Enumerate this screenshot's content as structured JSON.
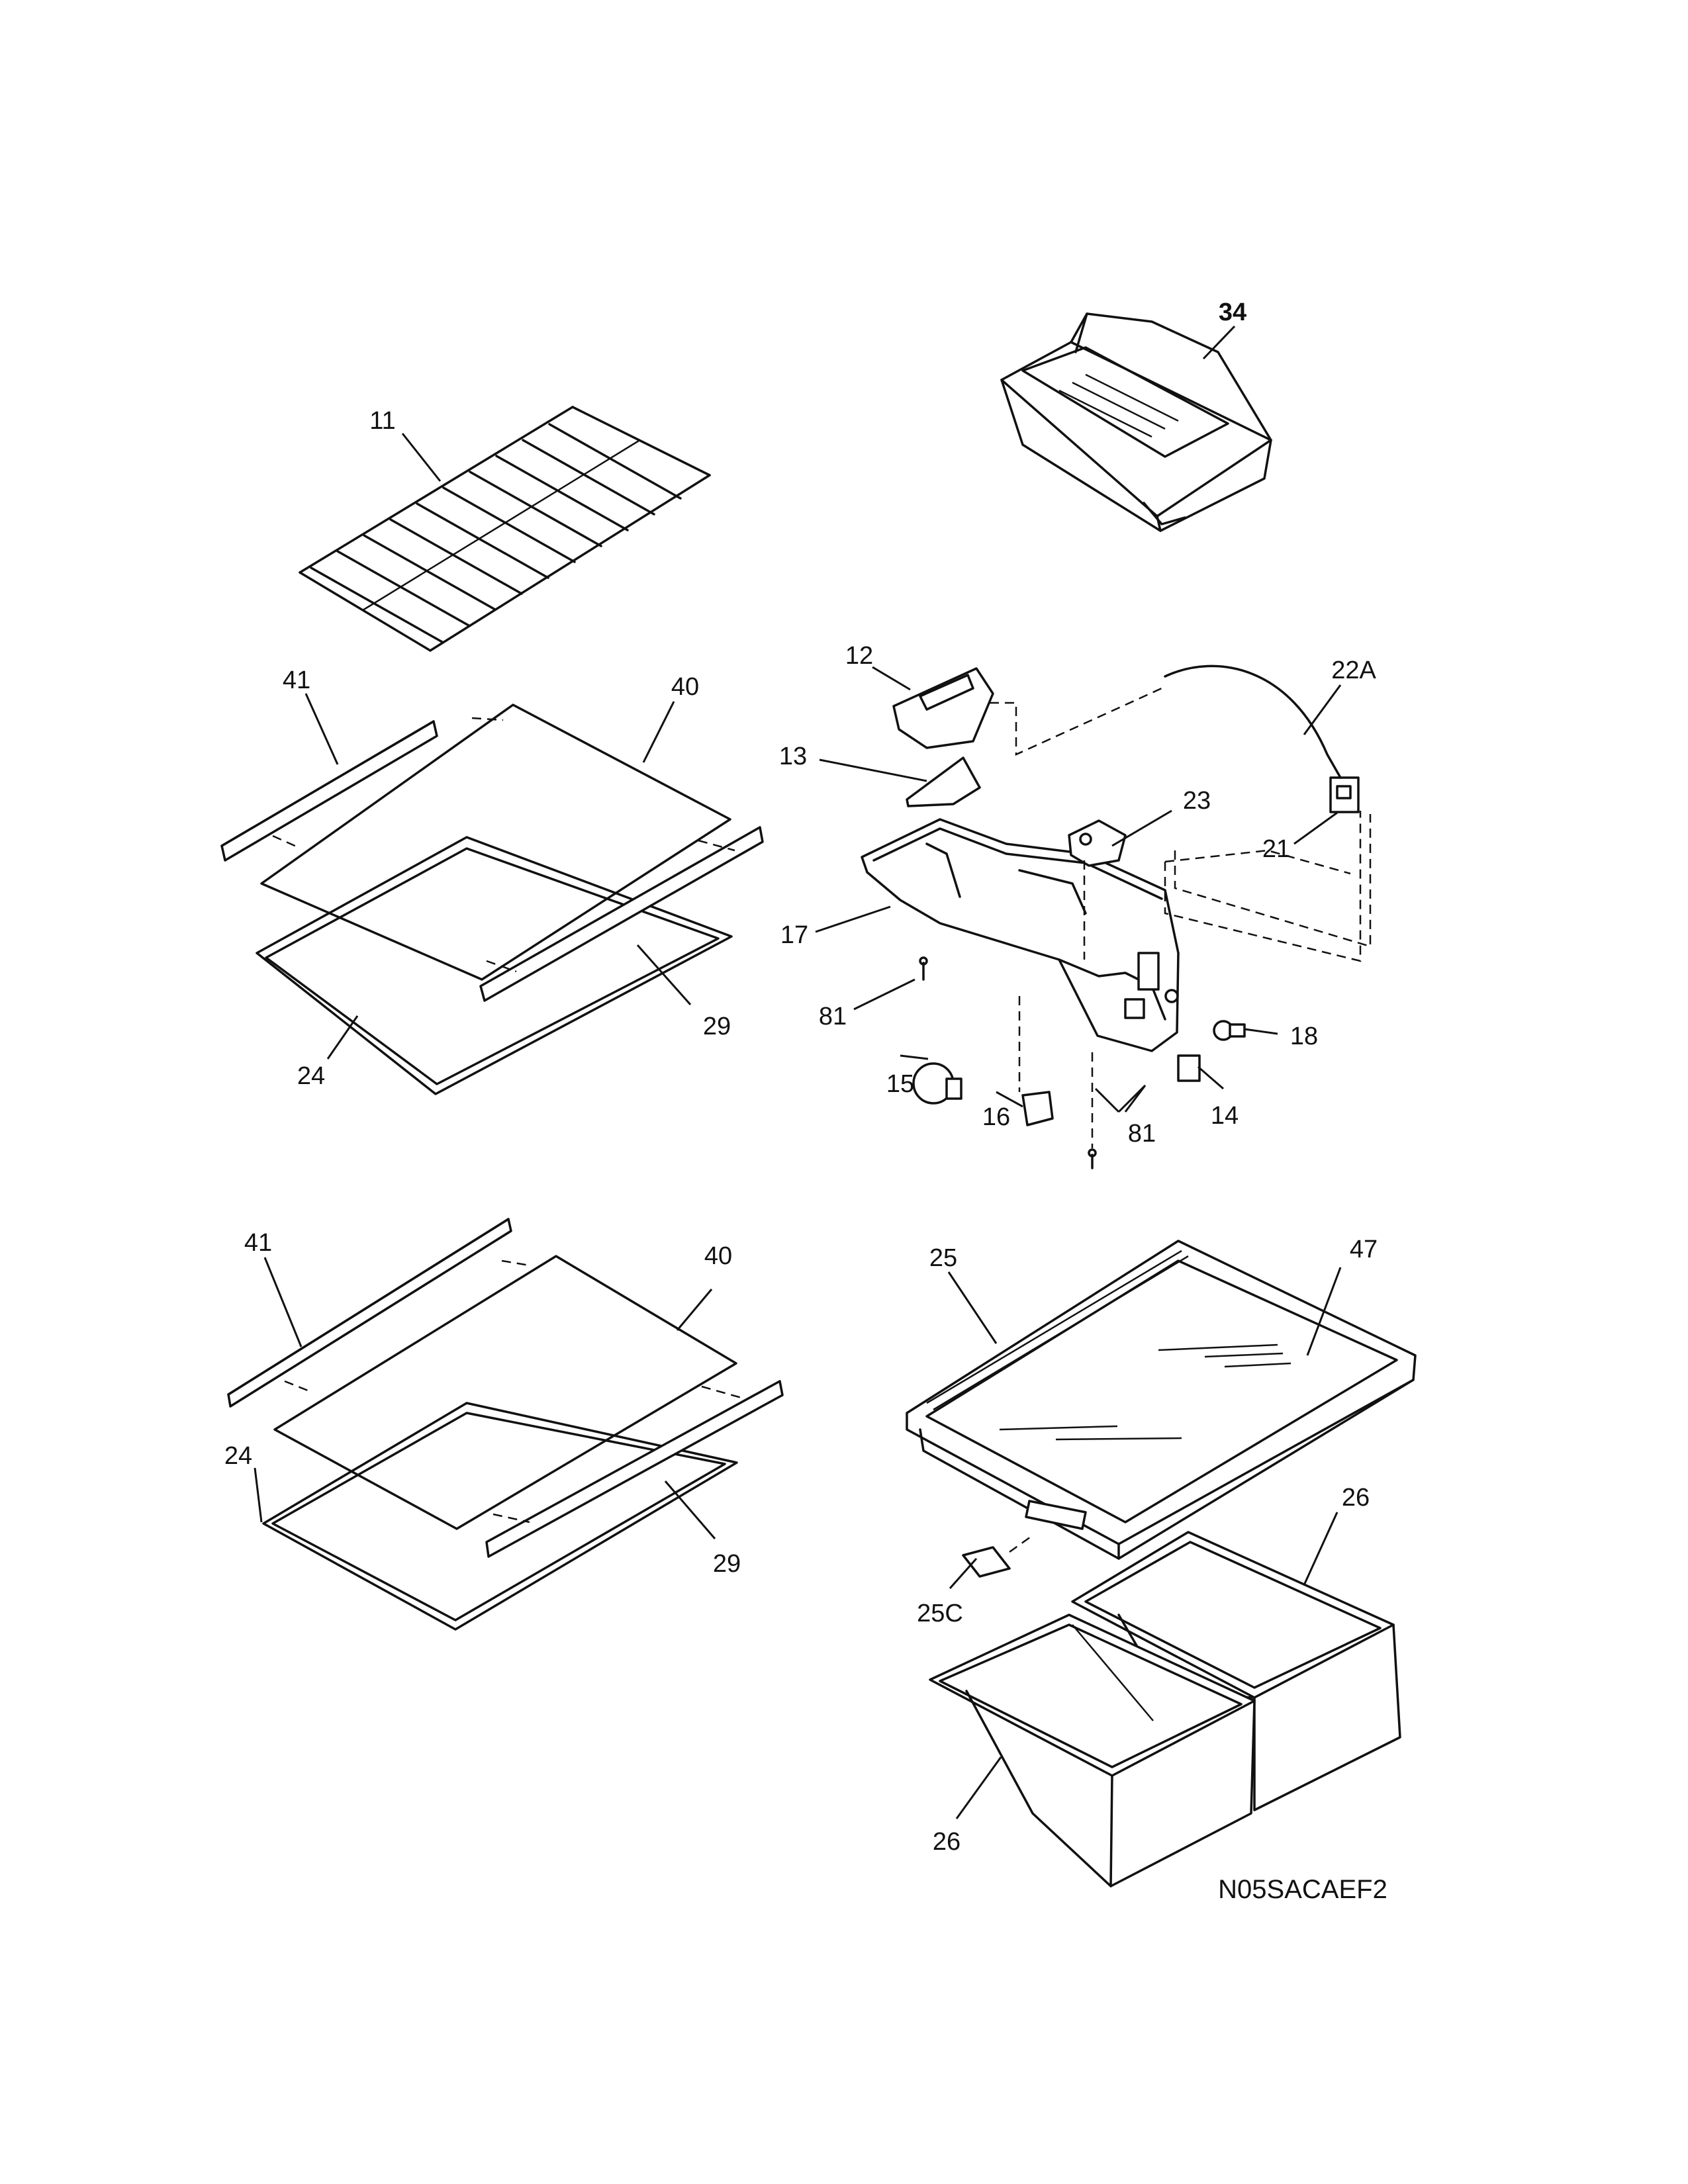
{
  "diagram": {
    "callouts": {
      "c11": "11",
      "c34": "34",
      "c12": "12",
      "c22a": "22A",
      "c13": "13",
      "c23": "23",
      "c21": "21",
      "c17": "17",
      "c81a": "81",
      "c81b": "81",
      "c15": "15",
      "c16": "16",
      "c14": "14",
      "c18": "18",
      "c41a": "41",
      "c40a": "40",
      "c29a": "29",
      "c24a": "24",
      "c41b": "41",
      "c40b": "40",
      "c24b": "24",
      "c29b": "29",
      "c25": "25",
      "c47": "47",
      "c25c": "25C",
      "c26a": "26",
      "c26b": "26"
    },
    "drawing_code": "N05SACAEF2"
  }
}
